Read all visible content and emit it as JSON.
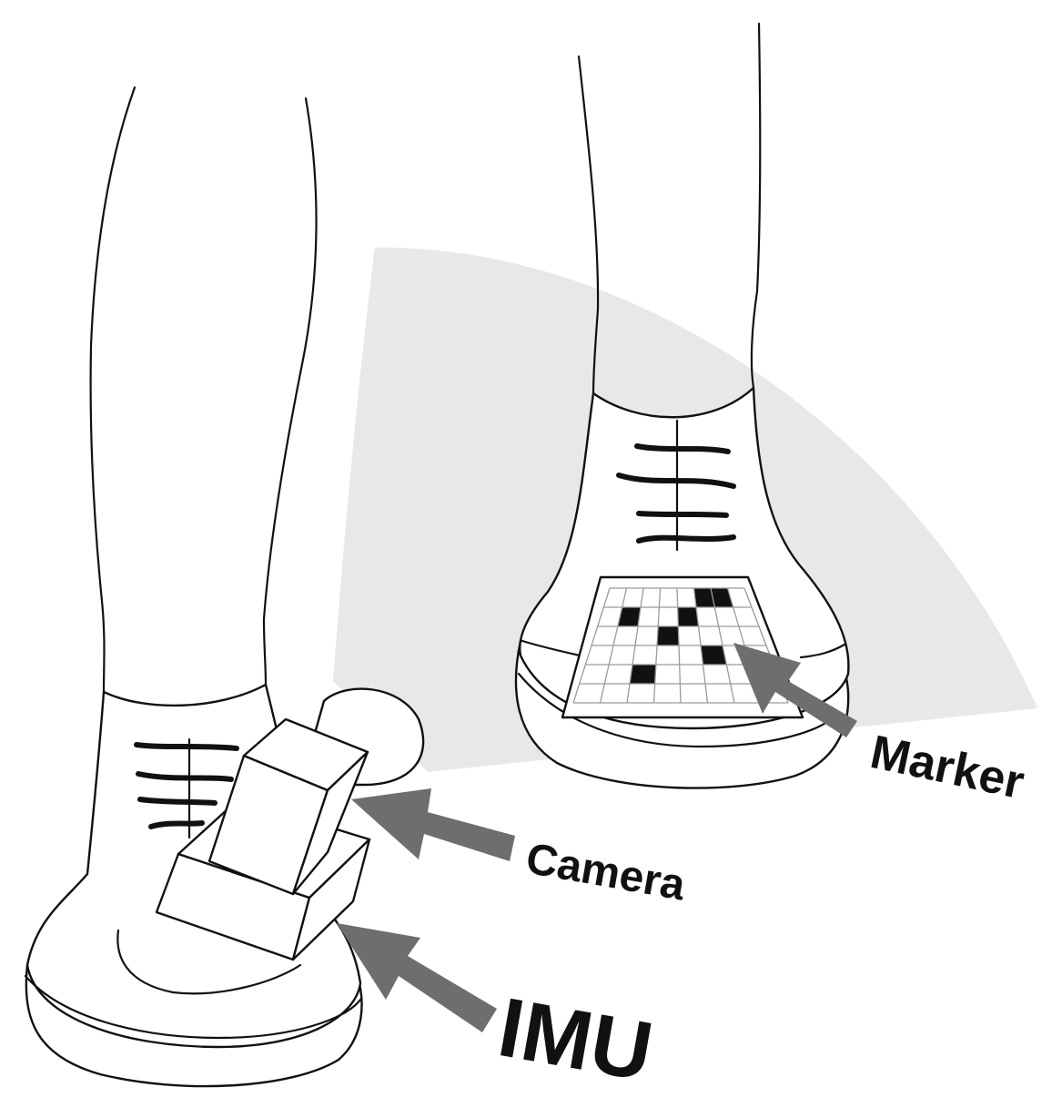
{
  "labels": {
    "marker": "Marker",
    "camera": "Camera",
    "imu": "IMU"
  },
  "colors": {
    "field_of_view": "#e8e8e8",
    "arrow": "#6e6e6e",
    "outline": "#111111"
  },
  "marker_grid": {
    "rows": 6,
    "cols": 8,
    "filled_cells": [
      [
        1,
        1
      ],
      [
        2,
        3
      ],
      [
        0,
        6
      ],
      [
        1,
        4
      ],
      [
        4,
        2
      ],
      [
        3,
        5
      ],
      [
        0,
        5
      ]
    ]
  }
}
